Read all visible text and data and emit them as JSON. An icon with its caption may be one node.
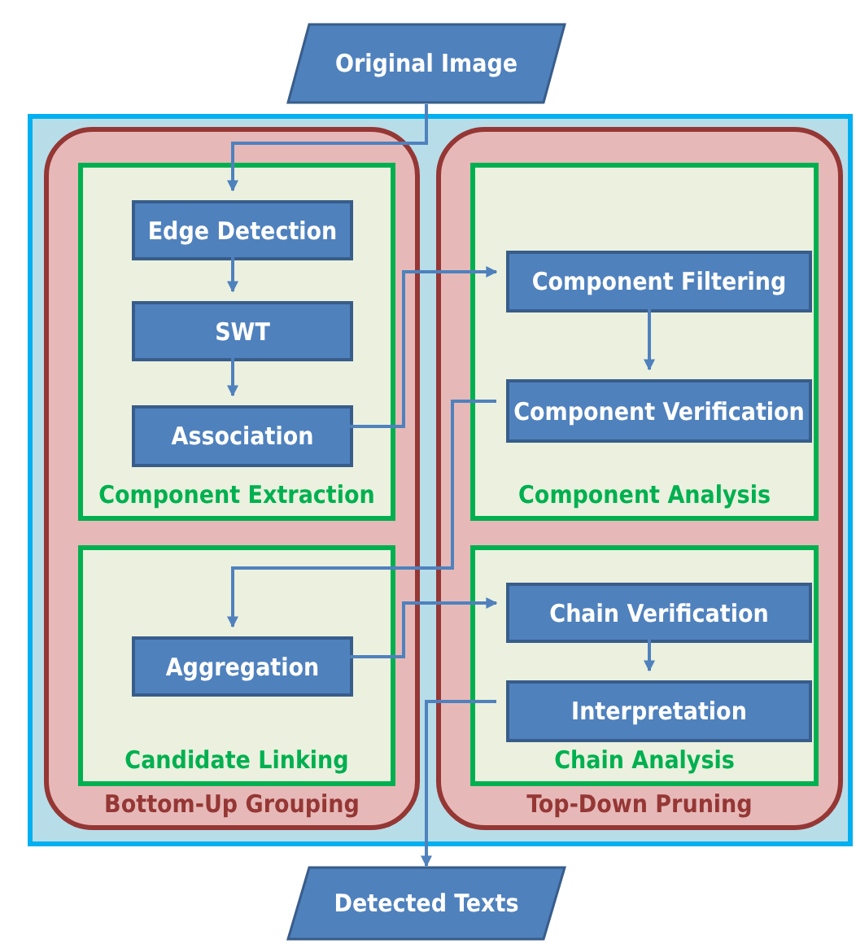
{
  "diagram": {
    "nodes": [
      {
        "text": [
          "Original Image"
        ]
      },
      {
        "text": [
          "Bottom-Up Grouping"
        ]
      },
      {
        "text": [
          "Component Extraction"
        ],
        "in": 1
      },
      {
        "text": [
          "Edge Detection"
        ],
        "in": 2
      },
      {
        "text": [
          "SWT"
        ],
        "in": 2
      },
      {
        "text": [
          "Association"
        ],
        "in": 2
      },
      {
        "text": [
          "Candidate Linking"
        ],
        "in": 1
      },
      {
        "text": [
          "Aggregation"
        ],
        "in": 6
      },
      {
        "text": [
          "Top-Down Pruning"
        ]
      },
      {
        "text": [
          "Component Analysis"
        ],
        "in": 8
      },
      {
        "text": [
          "Component Filtering"
        ],
        "in": 9
      },
      {
        "text": [
          "Component Verification"
        ],
        "in": 9
      },
      {
        "text": [
          "Chain Analysis"
        ],
        "in": 8
      },
      {
        "text": [
          "Chain Verification"
        ],
        "in": 12
      },
      {
        "text": [
          "Interpretation"
        ],
        "in": 12
      },
      {
        "text": [
          "Detected Texts"
        ]
      }
    ],
    "edges": [
      {
        "from": 0,
        "to": 3,
        "arrow": "to"
      },
      {
        "from": 3,
        "to": 4,
        "arrow": "to"
      },
      {
        "from": 4,
        "to": 5,
        "arrow": "to"
      },
      {
        "from": 5,
        "to": 10,
        "arrow": "to"
      },
      {
        "from": 10,
        "to": 11,
        "arrow": "to"
      },
      {
        "from": 11,
        "to": 7,
        "arrow": "to"
      },
      {
        "from": 7,
        "to": 13,
        "arrow": "to"
      },
      {
        "from": 13,
        "to": 14,
        "arrow": "to"
      },
      {
        "from": 14,
        "to": 15,
        "arrow": "to"
      }
    ]
  }
}
